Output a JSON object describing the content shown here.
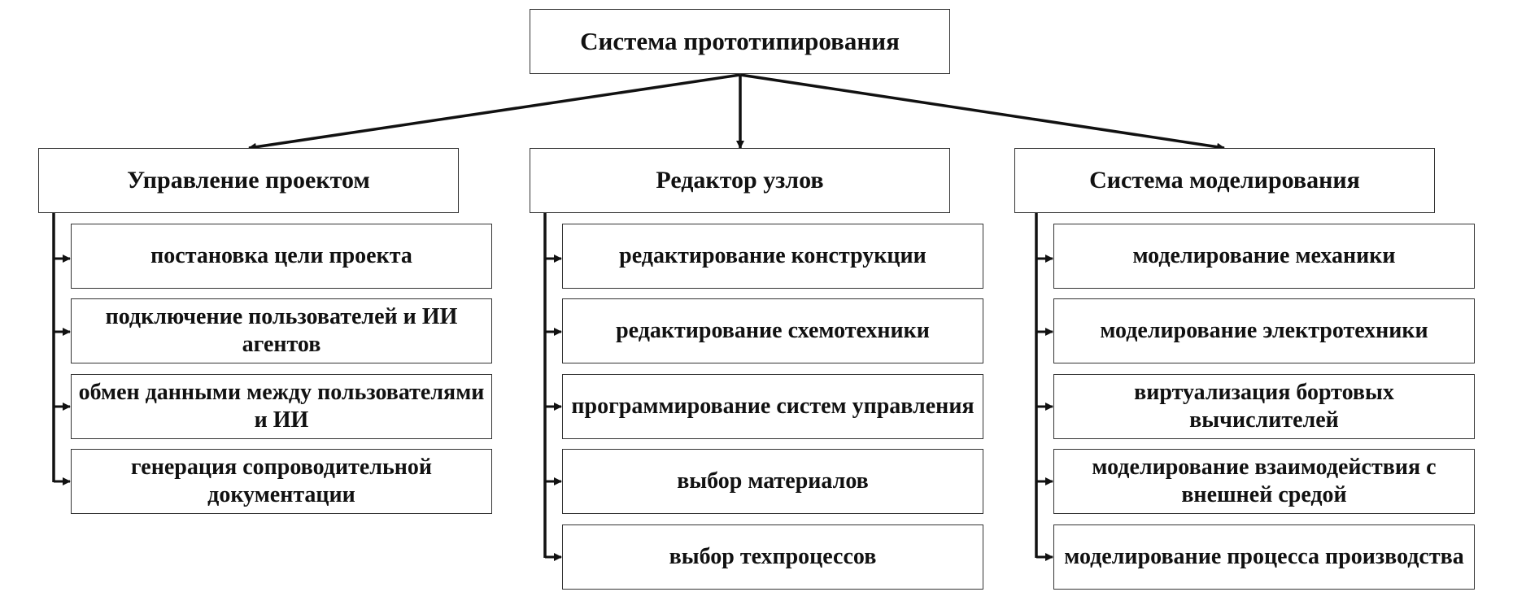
{
  "root": {
    "label": "Система прототипирования"
  },
  "columns": [
    {
      "title": "Управление проектом",
      "items": [
        "постановка цели проекта",
        "подключение пользователей и ИИ агентов",
        "обмен данными между пользователями и ИИ",
        "генерация сопроводительной документации"
      ]
    },
    {
      "title": "Редактор узлов",
      "items": [
        "редактирование конструкции",
        "редактирование схемотехники",
        "программирование систем управления",
        "выбор материалов",
        "выбор техпроцессов"
      ]
    },
    {
      "title": "Система моделирования",
      "items": [
        "моделирование механики",
        "моделирование электротехники",
        "виртуализация бортовых вычислителей",
        "моделирование взаимодействия с внешней средой",
        "моделирование процесса производства"
      ]
    }
  ]
}
